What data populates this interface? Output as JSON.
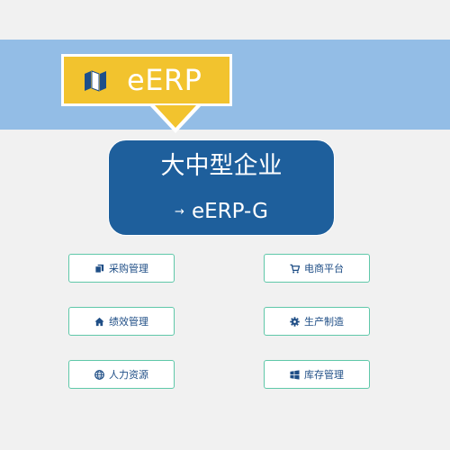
{
  "header": {
    "tag_title": "eERP",
    "tag_icon": "map-icon"
  },
  "panel": {
    "title": "大中型企业",
    "link_arrow": "→",
    "link_label": "eERP-G"
  },
  "modules": [
    {
      "label": "采购管理",
      "icon": "copy-icon"
    },
    {
      "label": "电商平台",
      "icon": "cart-icon"
    },
    {
      "label": "绩效管理",
      "icon": "home-icon"
    },
    {
      "label": "生产制造",
      "icon": "gear-icon"
    },
    {
      "label": "人力资源",
      "icon": "globe-icon"
    },
    {
      "label": "库存管理",
      "icon": "windows-icon"
    }
  ],
  "colors": {
    "band": "#93bde6",
    "tag": "#f2c32e",
    "panel": "#1e5f9c",
    "button_border": "#5fc8a9",
    "button_text": "#1f4e86"
  }
}
